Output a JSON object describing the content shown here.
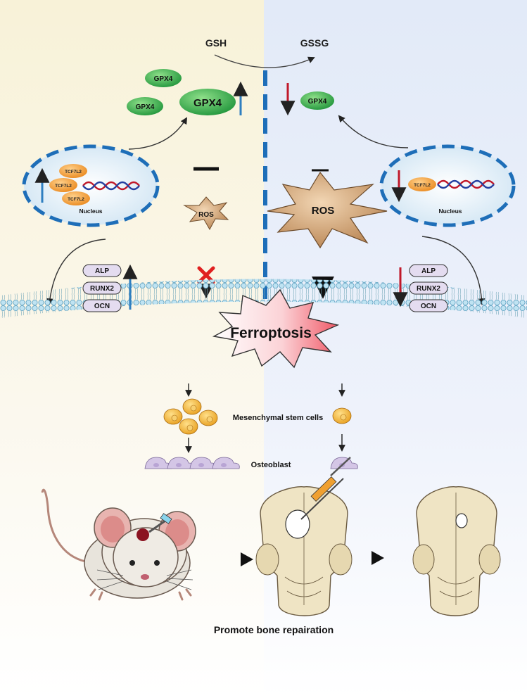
{
  "top": {
    "left_metabolite": "GSH",
    "right_metabolite": "GSSG"
  },
  "gpx4": {
    "label": "GPX4"
  },
  "nucleus": {
    "label": "Nucleus",
    "gene": "TCF7L2"
  },
  "ros": {
    "label": "ROS"
  },
  "markers": [
    "ALP",
    "RUNX2",
    "OCN"
  ],
  "ferroptosis": {
    "label": "Ferroptosis"
  },
  "cells": {
    "msc_label": "Mesenchymal stem cells",
    "osteoblast_label": "Osteoblast"
  },
  "bottom": {
    "caption": "Promote bone repairation"
  },
  "colors": {
    "up_arrow": "#2f7fc0",
    "down_arrow": "#c0192a",
    "divider": "#1e6eb8",
    "inhibit_x": "#e01f1f",
    "gpx4_green": "#2fa84a",
    "ros_brown": "#b98553",
    "tcf_orange": "#f0962c",
    "marker_pill": "#e4dcf0",
    "cell_orange": "#f2b43a",
    "osteoblast_lilac": "#d4c6e6",
    "ferroptosis_red": "#f05a68"
  }
}
